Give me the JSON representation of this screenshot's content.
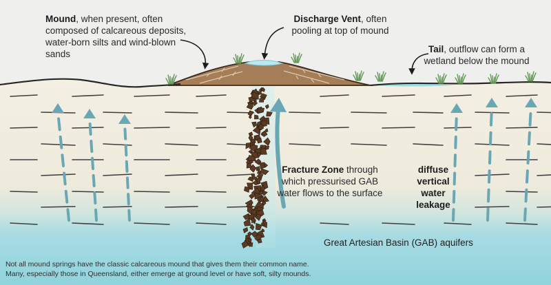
{
  "labels": {
    "mound_title": "Mound",
    "mound_text": ", when present, often composed of calcareous deposits, water-born silts and wind-blown sands",
    "vent_title": "Discharge Vent",
    "vent_text": ", often pooling at top of mound",
    "tail_title": "Tail",
    "tail_text": ", outflow can form a wetland below the mound",
    "fracture_title": "Fracture Zone",
    "fracture_text": " through which pressurised GAB water flows to the surface",
    "diffuse": "diffuse vertical water leakage",
    "aquifer": "Great Artesian Basin (GAB) aquifers"
  },
  "footnote": {
    "line1": "Not all mound springs have the classic calcareous mound that gives them their common name.",
    "line2": "Many, especially those in Queensland, either emerge at ground level or have soft, silty mounds."
  },
  "colors": {
    "sky": "#efefee",
    "soil": "#f1ecdf",
    "mound": "#a57d56",
    "fragments": "#5a3a22",
    "water": "#8fd3dc",
    "arrow": "#6aa7b4",
    "grass": "#5f9a52"
  },
  "icons": [
    "grass-tuft-icon",
    "curved-pointer-arrow-icon",
    "upward-flow-arrow-icon"
  ]
}
